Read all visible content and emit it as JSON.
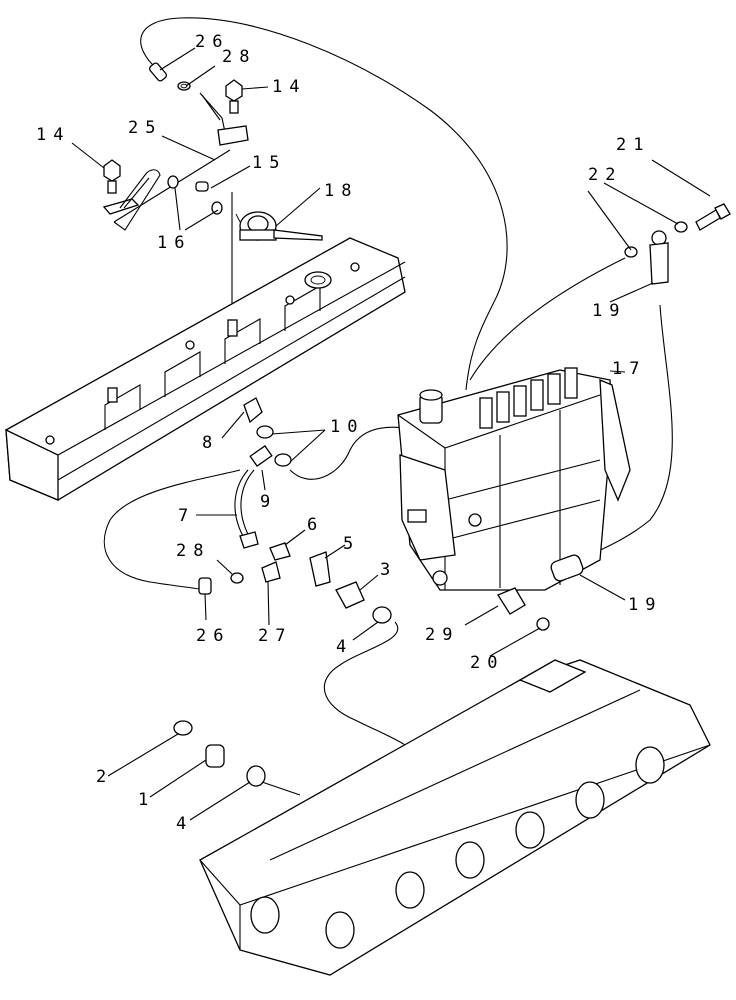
{
  "callouts": {
    "c1": "1",
    "c2": "2",
    "c3": "3",
    "c4a": "4",
    "c4b": "4",
    "c5": "5",
    "c6": "6",
    "c7": "7",
    "c8": "8",
    "c9": "9",
    "c10": "10",
    "c14a": "14",
    "c14b": "14",
    "c15": "15",
    "c16": "16",
    "c17": "17",
    "c18": "18",
    "c19a": "19",
    "c19b": "19",
    "c20": "20",
    "c21": "21",
    "c22": "22",
    "c25": "25",
    "c26a": "26",
    "c26b": "26",
    "c27": "27",
    "c28a": "28",
    "c28b": "28",
    "c29": "29"
  }
}
